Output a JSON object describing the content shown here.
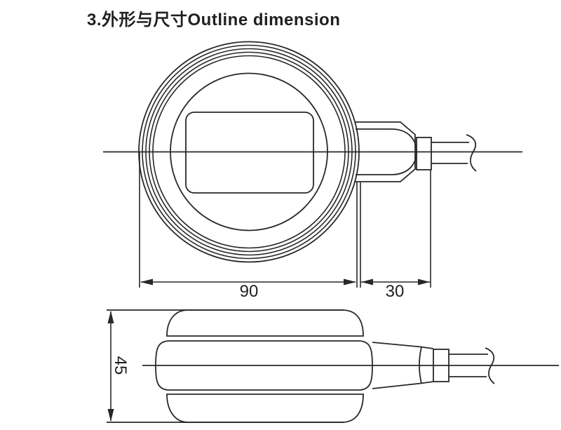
{
  "title": "3.外形与尺寸Outline dimension",
  "dims": {
    "body_width": "90",
    "gland_length": "30",
    "body_height": "45"
  },
  "colors": {
    "line": "#2a2728",
    "text": "#221f20",
    "background": "#ffffff"
  }
}
